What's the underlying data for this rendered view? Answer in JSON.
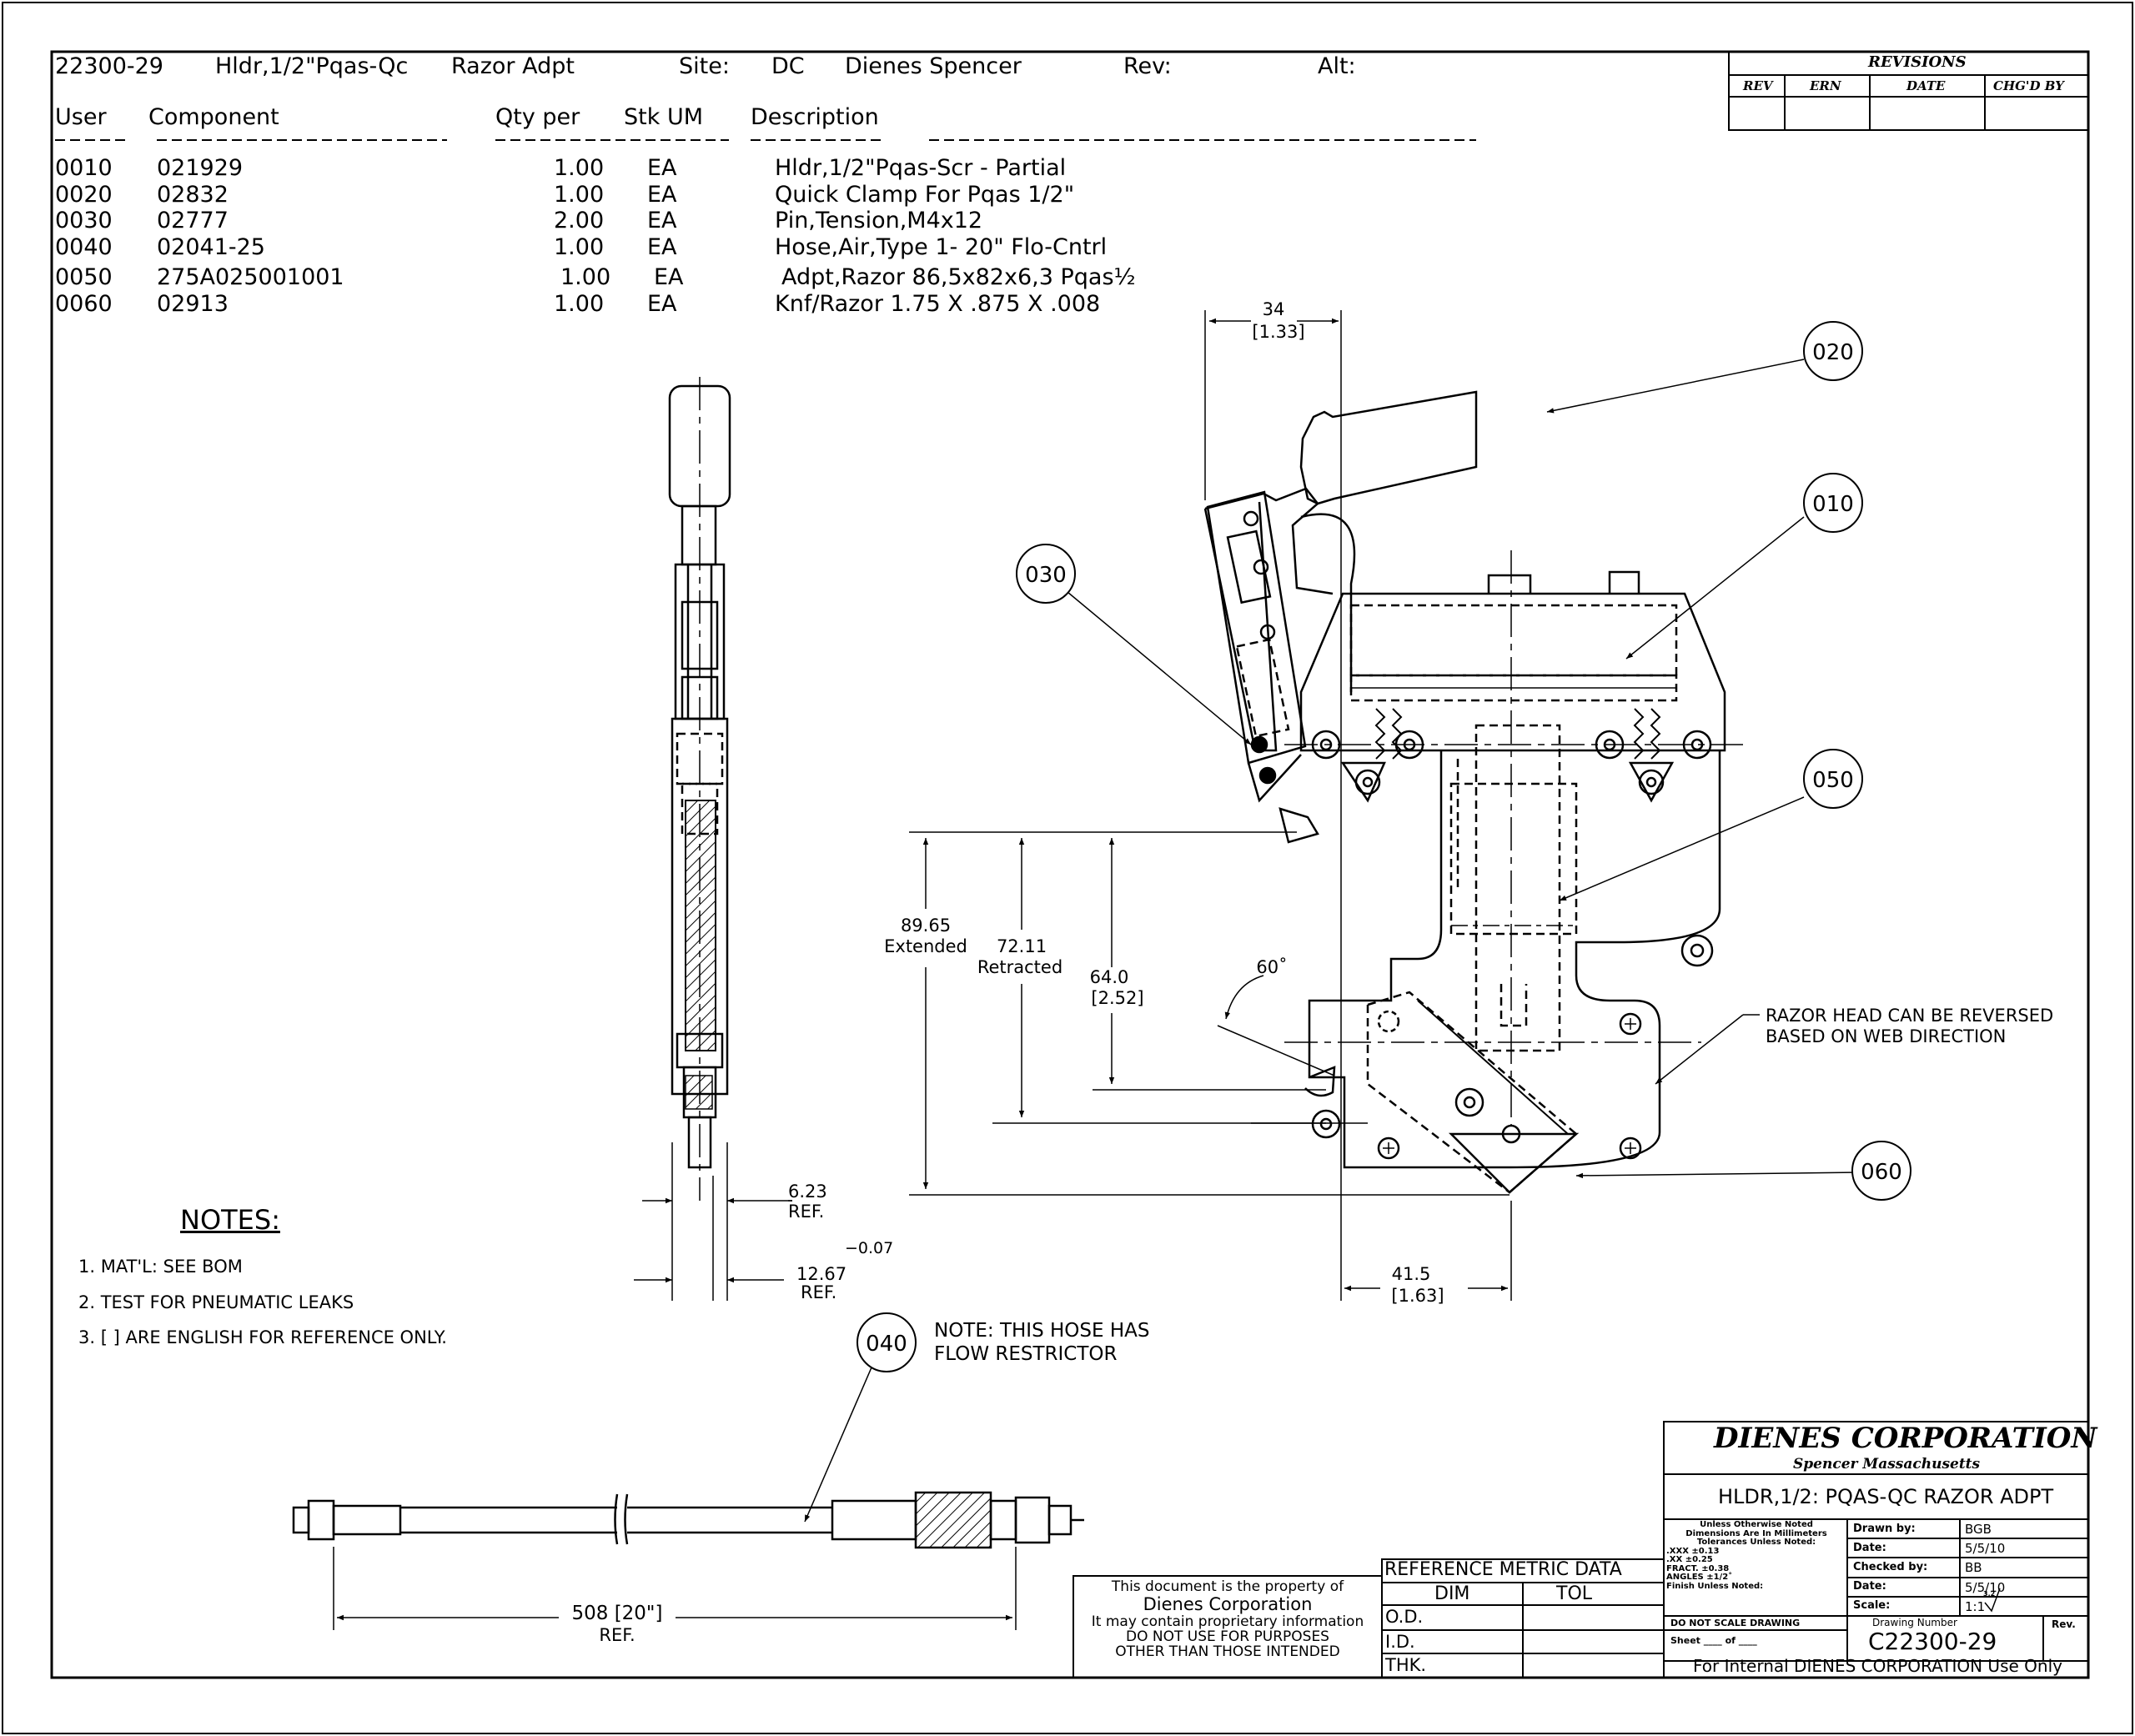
{
  "header": {
    "part": "22300-29",
    "desc": "Hldr,1/2\"Pqas-Qc",
    "desc2": "Razor Adpt",
    "site_label": "Site:",
    "site": "DC",
    "name": "Dienes Spencer",
    "rev_label": "Rev:",
    "alt_label": "Alt:"
  },
  "bom": {
    "columns": [
      "User",
      "Component",
      "Qty per",
      "Stk UM",
      "Description"
    ],
    "dashes": [
      "----",
      "---------------",
      "-------------",
      "------",
      "-----------------------------"
    ],
    "rows": [
      {
        "user": "0010",
        "component": "021929",
        "qty": "1.00",
        "um": "EA",
        "desc": "Hldr,1/2\"Pqas-Scr - Partial"
      },
      {
        "user": "0020",
        "component": "02832",
        "qty": "1.00",
        "um": "EA",
        "desc": "Quick Clamp For Pqas 1/2\""
      },
      {
        "user": "0030",
        "component": "02777",
        "qty": "2.00",
        "um": "EA",
        "desc": "Pin,Tension,M4x12"
      },
      {
        "user": "0040",
        "component": "02041-25",
        "qty": "1.00",
        "um": "EA",
        "desc": "Hose,Air,Type 1- 20\" Flo-Cntrl"
      },
      {
        "user": "0050",
        "component": "275A025001001",
        "qty": "1.00",
        "um": "EA",
        "desc": "Adpt,Razor 86,5x82x6,3 Pqas½"
      },
      {
        "user": "0060",
        "component": "02913",
        "qty": "1.00",
        "um": "EA",
        "desc": "Knf/Razor 1.75 X .875 X .008"
      }
    ]
  },
  "revisions": {
    "title": "REVISIONS",
    "cols": [
      "REV",
      "ERN",
      "DATE",
      "CHG'D BY"
    ]
  },
  "callouts": {
    "c020": "020",
    "c010": "010",
    "c030": "030",
    "c050": "050",
    "c060": "060",
    "c040": "040"
  },
  "dims": {
    "d34": "34",
    "d34in": "[1.33]",
    "d8965": "89.65",
    "extended": "Extended",
    "d7211": "72.11",
    "retracted": "Retracted",
    "d640": "64.0",
    "d640in": "[2.52]",
    "angle": "60˚",
    "d415": "41.5",
    "d415in": "[1.63]",
    "d623": "6.23",
    "ref1": "REF.",
    "d1267": "12.67",
    "tol": "−0.07",
    "ref2": "REF.",
    "d508": "508 [20\"]",
    "ref3": "REF."
  },
  "razor_note": [
    "RAZOR HEAD CAN BE REVERSED",
    "BASED ON WEB DIRECTION"
  ],
  "hose_note": [
    "NOTE: THIS HOSE HAS",
    "FLOW RESTRICTOR"
  ],
  "notes": {
    "title": "NOTES:",
    "items": [
      "1. MAT'L: SEE BOM",
      "2. TEST FOR PNEUMATIC LEAKS",
      "3. [ ] ARE ENGLISH FOR REFERENCE ONLY."
    ]
  },
  "property": [
    "This document is the property of",
    "Dienes Corporation",
    "It may contain proprietary information",
    "DO NOT USE FOR PURPOSES",
    "OTHER THAN THOSE INTENDED"
  ],
  "refdata": {
    "title": "REFERENCE METRIC DATA",
    "dim": "DIM",
    "tol": "TOL",
    "rows": [
      "O.D.",
      "I.D.",
      "THK."
    ]
  },
  "titleblock": {
    "company": "DIENES CORPORATION",
    "location": "Spencer Massachusetts",
    "title": "HLDR,1/2: PQAS-QC RAZOR ADPT",
    "tol_lines": [
      "Unless Otherwise Noted",
      "Dimensions Are In Millimeters",
      "Tolerances Unless Noted:",
      ".XXX    ±0.13",
      ".XX     ±0.25",
      "FRACT.   ±0.38",
      "ANGLES  ±1/2˚",
      "Finish Unless Noted:"
    ],
    "finish_symbol": "3.2",
    "drawn_by_label": "Drawn by:",
    "drawn_by": "BGB",
    "date_label1": "Date:",
    "date1": "5/5/10",
    "checked_label": "Checked by:",
    "checked": "BB",
    "date_label2": "Date:",
    "date2": "5/5/10",
    "noscale": "DO NOT SCALE DRAWING",
    "scale_label": "Scale:",
    "scale": "1:1",
    "sheet": "Sheet ____ of ____",
    "dwg_label": "Drawing Number",
    "dwg": "C22300-29",
    "rev_label": "Rev.",
    "footer": "For Internal DIENES CORPORATION Use Only"
  }
}
